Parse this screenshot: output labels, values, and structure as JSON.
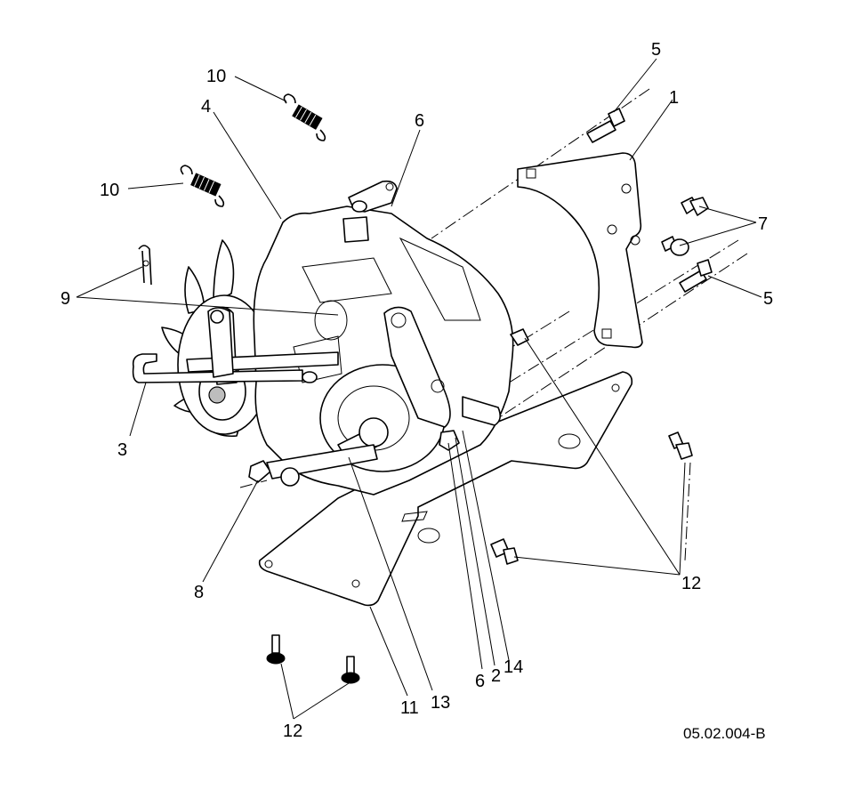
{
  "callouts": {
    "c5_top": "5",
    "c1": "1",
    "c10_top": "10",
    "c4": "4",
    "c6_top": "6",
    "c10_mid": "10",
    "c7": "7",
    "c9": "9",
    "c5_right": "5",
    "c3": "3",
    "c12_right": "12",
    "c8": "8",
    "c6_bottom": "6",
    "c2": "2",
    "c14": "14",
    "c11": "11",
    "c13": "13",
    "c12_bottom": "12"
  },
  "reference": "05.02.004-B"
}
